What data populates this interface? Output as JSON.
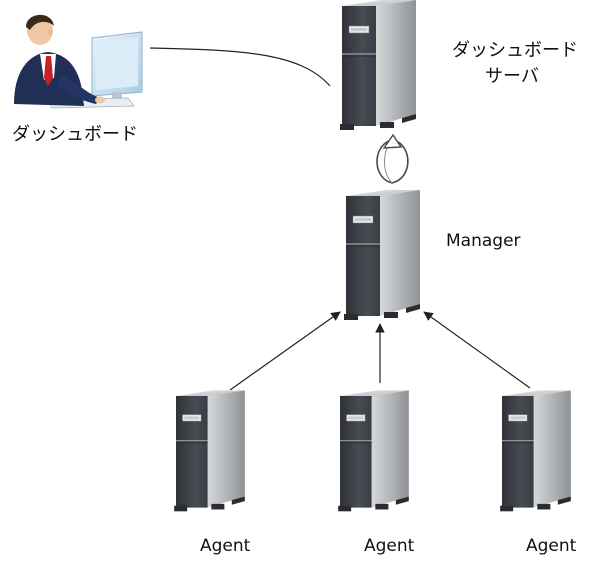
{
  "labels": {
    "dashboard": "ダッシュボード",
    "dashboard_server_line1": "ダッシュボード",
    "dashboard_server_line2": "サーバ",
    "manager": "Manager",
    "agent_1": "Agent",
    "agent_2": "Agent",
    "agent_3": "Agent"
  },
  "colors": {
    "server_dark": "#3a3d44",
    "server_light": "#b9bcbf",
    "server_base": "#2a2c30",
    "connector": "#222222"
  },
  "icons": {
    "user": "person-at-computer-icon",
    "server": "tower-server-icon",
    "sync": "circular-sync-arrow-icon"
  }
}
